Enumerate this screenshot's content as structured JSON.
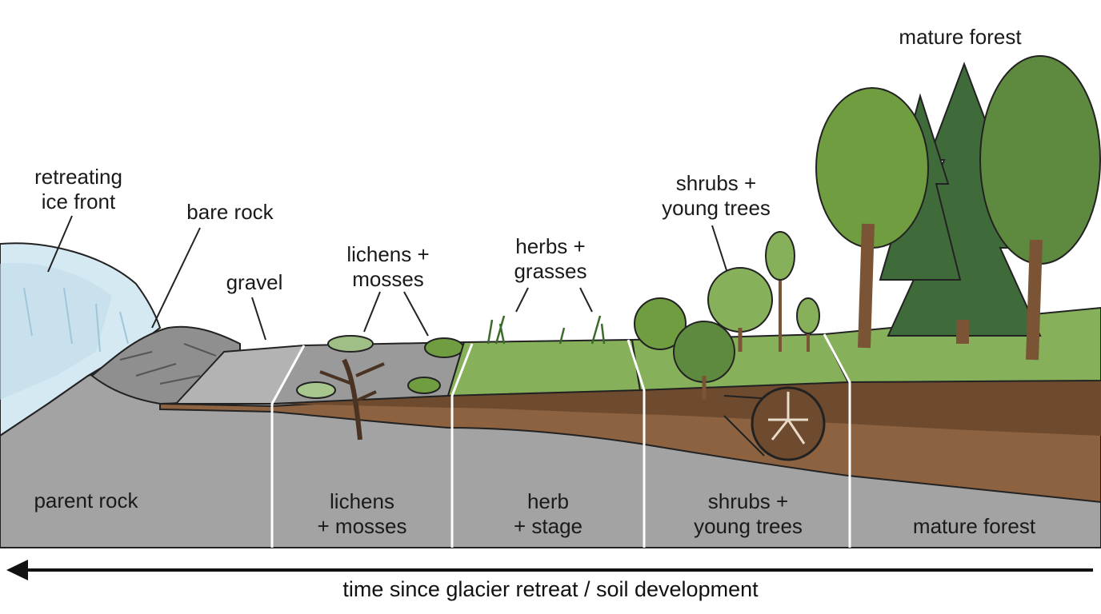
{
  "labels": {
    "retreating_ice_front": [
      "retreating",
      "ice front"
    ],
    "bare_rock": "bare rock",
    "gravel": "gravel",
    "lichens_mosses": [
      "lichens +",
      "mosses"
    ],
    "herbs_grasses": [
      "herbs +",
      "grasses"
    ],
    "shrubs_young_trees": [
      "shrubs +",
      "young trees"
    ],
    "mature_forest": "mature forest"
  },
  "zones": {
    "parent_rock": "parent rock",
    "lichens_mosses": [
      "lichens",
      "+ mosses"
    ],
    "herb_stage": [
      "herb",
      "+ stage"
    ],
    "shrubs_young_trees": [
      "shrubs +",
      "young trees"
    ],
    "mature_forest": "mature forest"
  },
  "caption": "time since glacier retreat / soil development",
  "colors": {
    "ice": "#cfe6f0",
    "rock": "#a3a3a3",
    "soil_dark": "#6e4a2e",
    "soil_light": "#8c6240",
    "grass": "#86b05a",
    "tree": "#5d8a3e",
    "conifer": "#3f6b3a",
    "trunk": "#7a5434"
  }
}
